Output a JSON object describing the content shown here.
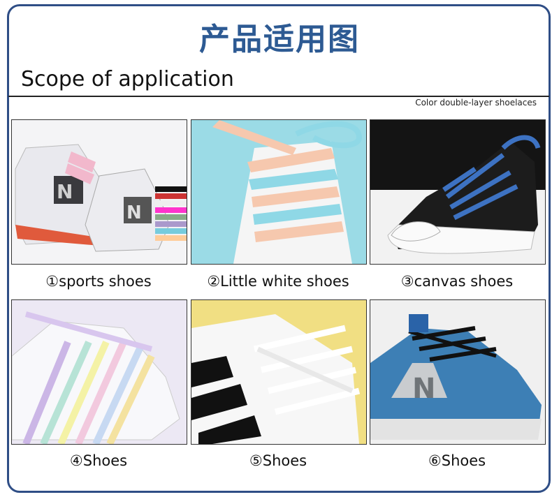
{
  "header": {
    "title_cn": "产品适用图",
    "title_en": "Scope of application",
    "subnote": "Color double-layer shoelaces"
  },
  "items": [
    {
      "caption": "①sports shoes"
    },
    {
      "caption": "②Little white shoes"
    },
    {
      "caption": "③canvas shoes"
    },
    {
      "caption": "④Shoes"
    },
    {
      "caption": "⑤Shoes"
    },
    {
      "caption": "⑥Shoes"
    }
  ],
  "colors": {
    "frame": "#2f4e86",
    "title_cn": "#2d5a93"
  }
}
